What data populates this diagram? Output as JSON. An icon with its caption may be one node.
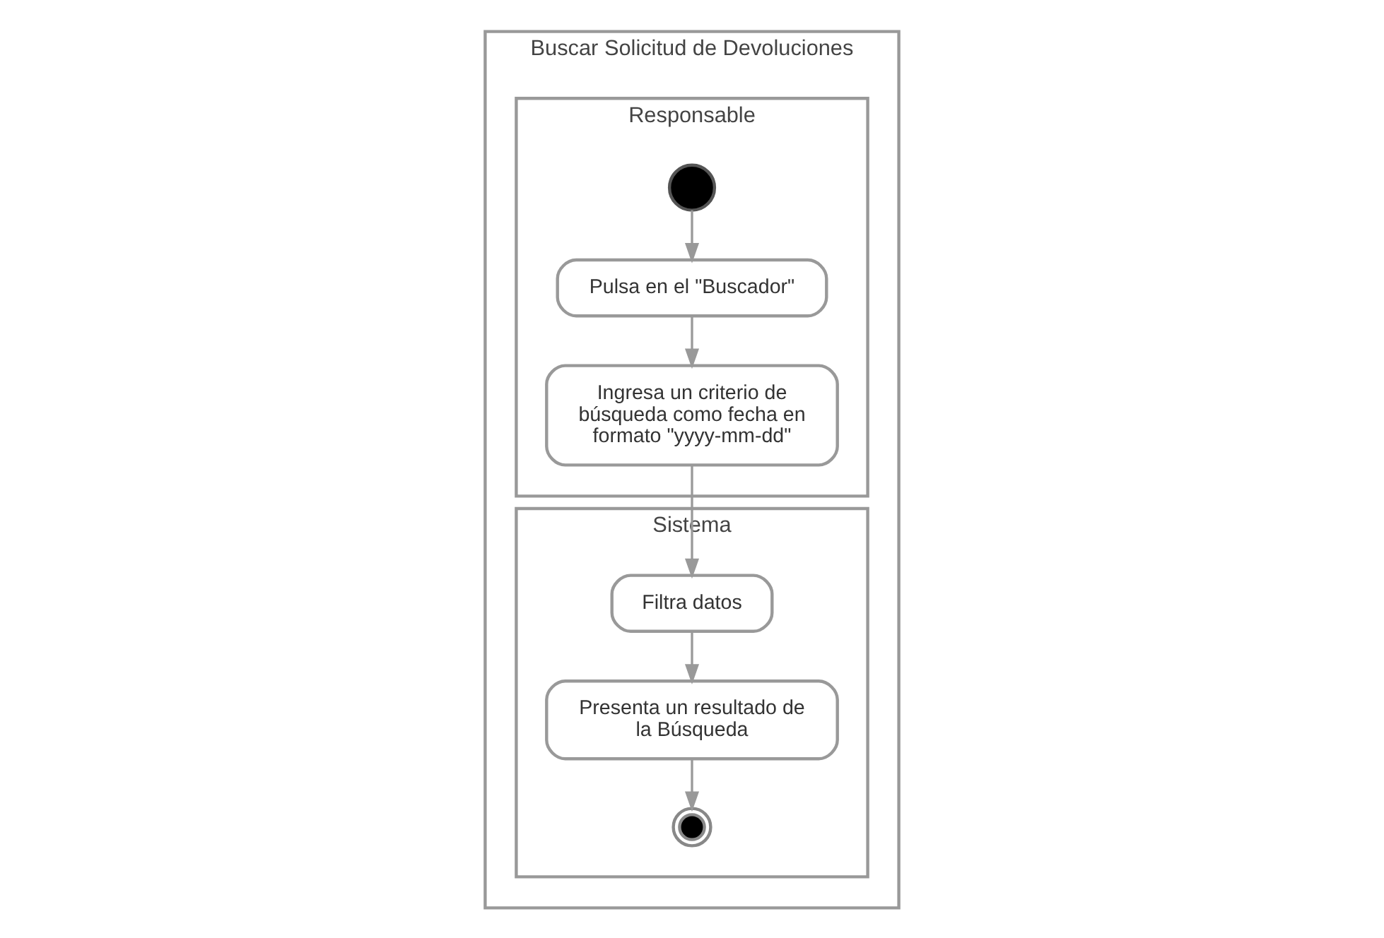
{
  "diagram": {
    "nodes": [
      {
        "text": [
          "Buscar Solicitud de Devoluciones"
        ]
      },
      {
        "text": [
          "Responsable"
        ],
        "in": 0
      },
      {
        "text": [
          "Sistema"
        ],
        "in": 0
      },
      {
        "text": [],
        "shape": "circle",
        "in": 1
      },
      {
        "text": [
          "Pulsa en el \"Buscador\""
        ],
        "in": 1
      },
      {
        "text": [
          "Ingresa un criterio de búsqueda como fecha en formato \"yyyy-mm-dd\""
        ],
        "in": 1
      },
      {
        "text": [
          "Filtra datos"
        ],
        "in": 2
      },
      {
        "text": [
          "Presenta un resultado de la Búsqueda"
        ],
        "in": 2
      },
      {
        "text": [],
        "shape": "bullseye",
        "in": 2
      }
    ],
    "edges": [
      {
        "from": 3,
        "to": 4,
        "arrow": "to"
      },
      {
        "from": 4,
        "to": 5,
        "arrow": "to"
      },
      {
        "from": 5,
        "to": 6,
        "arrow": "to"
      },
      {
        "from": 6,
        "to": 7,
        "arrow": "to"
      },
      {
        "from": 7,
        "to": 8,
        "arrow": "to"
      }
    ]
  }
}
